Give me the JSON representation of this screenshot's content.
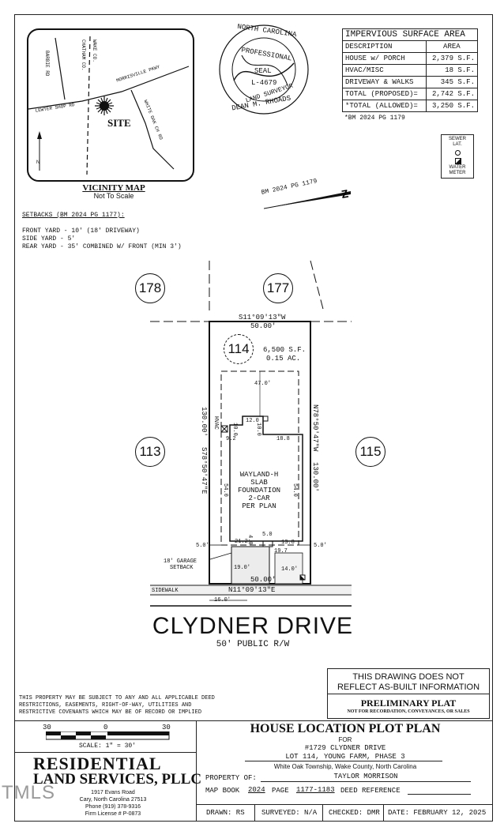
{
  "vicinity": {
    "roads": [
      "BARBIE RD",
      "WAKE CO.",
      "CHATHAM CO.",
      "MORRISVILLE PKWY",
      "LEWTER SHOP RD",
      "WHITE OAK CH RD"
    ],
    "site_label": "SITE",
    "north_label": "N",
    "title": "VICINITY MAP",
    "subtitle": "Not To Scale"
  },
  "seal": {
    "line1": "NORTH CAROLINA",
    "line2": "PROFESSIONAL",
    "line3": "SEAL",
    "line4": "L-4679",
    "line5": "LAND SURVEYOR",
    "line6": "DEAN M. RHOADS"
  },
  "impervious": {
    "title": "IMPERVIOUS SURFACE AREA",
    "col_desc": "DESCRIPTION",
    "col_area": "AREA",
    "rows": [
      {
        "desc": "HOUSE w/ PORCH",
        "area": "2,379 S.F."
      },
      {
        "desc": "HVAC/MISC",
        "area": "18 S.F."
      },
      {
        "desc": "DRIVEWAY & WALKS",
        "area": "345 S.F."
      }
    ],
    "total_proposed_label": "TOTAL (PROPOSED)=",
    "total_proposed": "2,742 S.F.",
    "total_allowed_label": "*TOTAL (ALLOWED)=",
    "total_allowed": "3,250 S.F.",
    "note": "*BM 2024 PG 1179"
  },
  "legend": {
    "sewer": "SEWER",
    "lat": "LAT.",
    "water": "WATER",
    "meter": "METER"
  },
  "bm_ref": "BM 2024 PG 1179",
  "setbacks": {
    "title": "SETBACKS (BM 2024 PG 1177):",
    "front": "FRONT YARD - 10' (18' DRIVEWAY)",
    "side": "SIDE YARD - 5'",
    "rear": "REAR YARD - 35' COMBINED W/ FRONT (MIN 3')"
  },
  "plot": {
    "lots": {
      "left_top": "178",
      "right_top": "177",
      "subject": "114",
      "left": "113",
      "right": "115"
    },
    "area_sf": "6,500 S.F.",
    "area_ac": "0.15 AC.",
    "rear_bearing": "S11°09'13\"W",
    "rear_dist": "50.00'",
    "front_bearing": "N11°09'13\"E",
    "front_dist": "50.00'",
    "left_bearing": "S78°50'47\"E",
    "left_dist": "130.00'",
    "right_bearing": "N78°50'47\"W",
    "right_dist": "130.00'",
    "dim_47": "47.0'",
    "dim_12": "12.0",
    "dim_10a": "10.0",
    "dim_10b": "10.0",
    "dim_9_2": "9.2",
    "dim_18_8": "18.8",
    "dim_54a": "54.0",
    "dim_54b": "54.0",
    "dim_5a": "5.0",
    "dim_4": "4.0",
    "dim_13_8": "13.8",
    "dim_21_2": "21.2",
    "dim_19_7": "19.7",
    "dim_19": "19.0'",
    "dim_14": "14.0'",
    "dim_5_left": "5.0'",
    "dim_5_right": "5.0'",
    "dim_16": "16.0'",
    "hvac": "HVAC",
    "house_lines": [
      "WAYLAND-H",
      "SLAB",
      "FOUNDATION",
      "2-CAR",
      "PER PLAN"
    ],
    "garage_setback_1": "18' GARAGE",
    "garage_setback_2": "SETBACK",
    "sidewalk": "SIDEWALK",
    "street": "CLYDNER DRIVE",
    "row": "50' PUBLIC R/W"
  },
  "disclaimer": {
    "line1": "THIS DRAWING DOES NOT",
    "line2": "REFLECT AS-BUILT INFORMATION",
    "prelim": "PRELIMINARY PLAT",
    "prelim_note": "NOT FOR RECORDATION, CONVEYANCES, OR SALES"
  },
  "property_note": "THIS PROPERTY MAY BE SUBJECT TO ANY AND ALL APPLICABLE DEED RESTRICTIONS, EASEMENTS, RIGHT-OF-WAY, UTILITIES AND RESTRICTIVE COVENANTS WHICH MAY BE OF RECORD OR IMPLIED",
  "scale": {
    "t30a": "30",
    "t0": "0",
    "t30b": "30",
    "label": "SCALE: 1\" = 30'"
  },
  "company": {
    "name1": "RESIDENTIAL",
    "name2": "LAND SERVICES, PLLC",
    "address": "1917 Evans Road",
    "city": "Cary, North Carolina 27513",
    "phone": "Phone (919) 378-9316",
    "license": "Firm License # P-0873",
    "watermark": "TMLS"
  },
  "title_block": {
    "title": "HOUSE LOCATION PLOT PLAN",
    "for": "FOR",
    "address": "#1729 CLYDNER DRIVE",
    "lot": "LOT 114, YOUNG FARM, PHASE 3",
    "township": "White Oak Township, Wake County, North Carolina",
    "property_of_label": "PROPERTY OF:",
    "property_of": "TAYLOR MORRISON",
    "map_book_label": "MAP BOOK",
    "map_book": "2024",
    "page_label": "PAGE",
    "pages": "1177-1183",
    "deed_label": "DEED REFERENCE",
    "drawn": "DRAWN: RS",
    "surveyed": "SURVEYED: N/A",
    "checked": "CHECKED: DMR",
    "date": "DATE: FEBRUARY 12, 2025"
  }
}
